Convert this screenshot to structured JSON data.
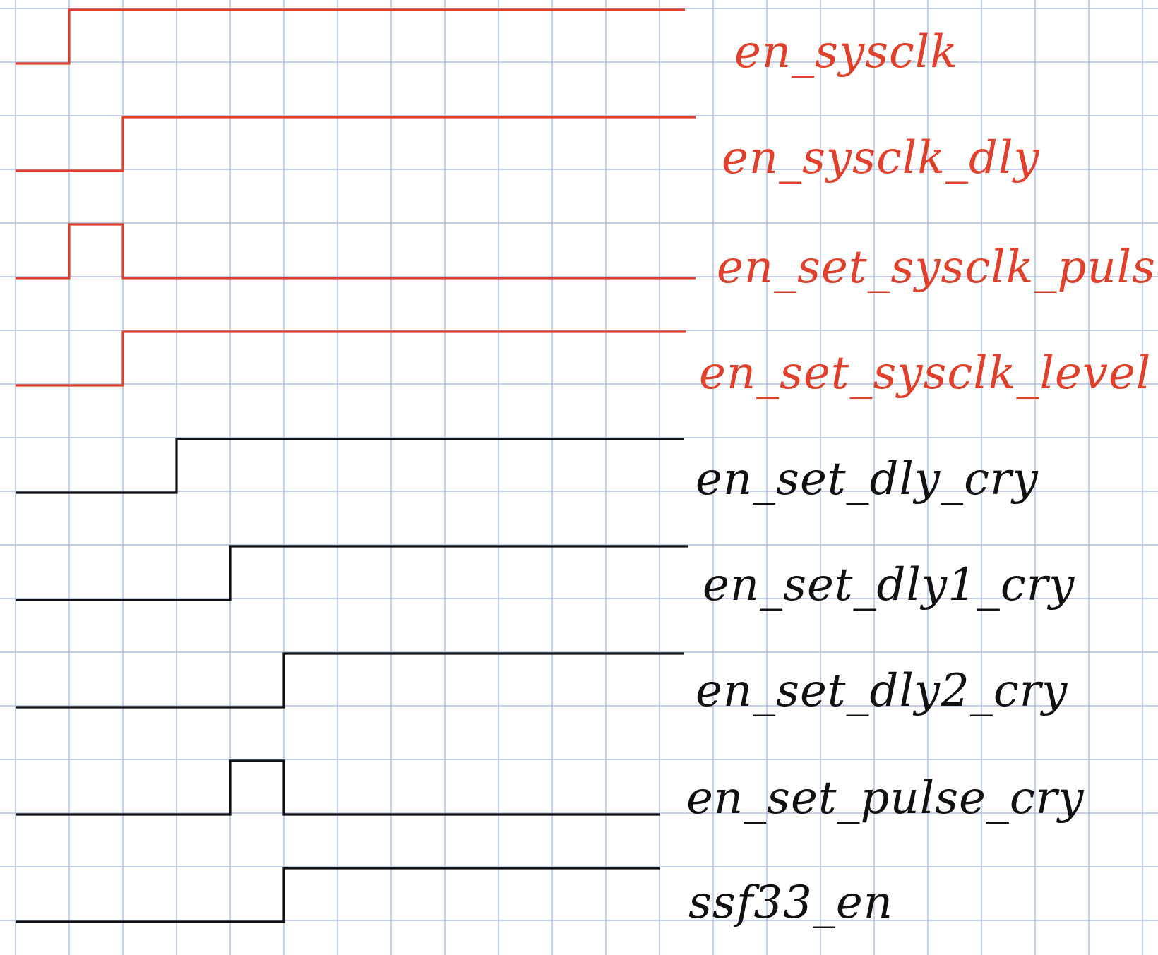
{
  "diagram": {
    "type": "timing-diagram",
    "grid": true,
    "colors": {
      "grid": "#aebde0",
      "paper": "#ffffff",
      "red": "#e0412c",
      "black": "#111111"
    },
    "signals": [
      {
        "id": "en-sysclk",
        "label": "en_sysclk",
        "color": "red",
        "transitions": [
          [
            0,
            0
          ],
          [
            1,
            1
          ]
        ]
      },
      {
        "id": "en-sysclk-dly",
        "label": "en_sysclk_dly",
        "color": "red",
        "transitions": [
          [
            0,
            0
          ],
          [
            2,
            1
          ]
        ]
      },
      {
        "id": "en-set-sysclk-pulse",
        "label": "en_set_sysclk_pulse",
        "color": "red",
        "transitions": [
          [
            0,
            0
          ],
          [
            1,
            1
          ],
          [
            2,
            0
          ]
        ]
      },
      {
        "id": "en-set-sysclk-level",
        "label": "en_set_sysclk_level",
        "color": "red",
        "transitions": [
          [
            0,
            0
          ],
          [
            2,
            1
          ]
        ]
      },
      {
        "id": "en-set-dly-cry",
        "label": "en_set_dly_cry",
        "color": "black",
        "transitions": [
          [
            0,
            0
          ],
          [
            3,
            1
          ]
        ]
      },
      {
        "id": "en-set-dly1-cry",
        "label": "en_set_dly1_cry",
        "color": "black",
        "transitions": [
          [
            0,
            0
          ],
          [
            4,
            1
          ]
        ]
      },
      {
        "id": "en-set-dly2-cry",
        "label": "en_set_dly2_cry",
        "color": "black",
        "transitions": [
          [
            0,
            0
          ],
          [
            5,
            1
          ]
        ]
      },
      {
        "id": "en-set-pulse-cry",
        "label": "en_set_pulse_cry",
        "color": "black",
        "transitions": [
          [
            0,
            0
          ],
          [
            4,
            1
          ],
          [
            5,
            0
          ]
        ]
      },
      {
        "id": "ssf33-en",
        "label": "ssf33_en",
        "color": "black",
        "transitions": [
          [
            0,
            0
          ],
          [
            5,
            1
          ]
        ]
      }
    ]
  }
}
